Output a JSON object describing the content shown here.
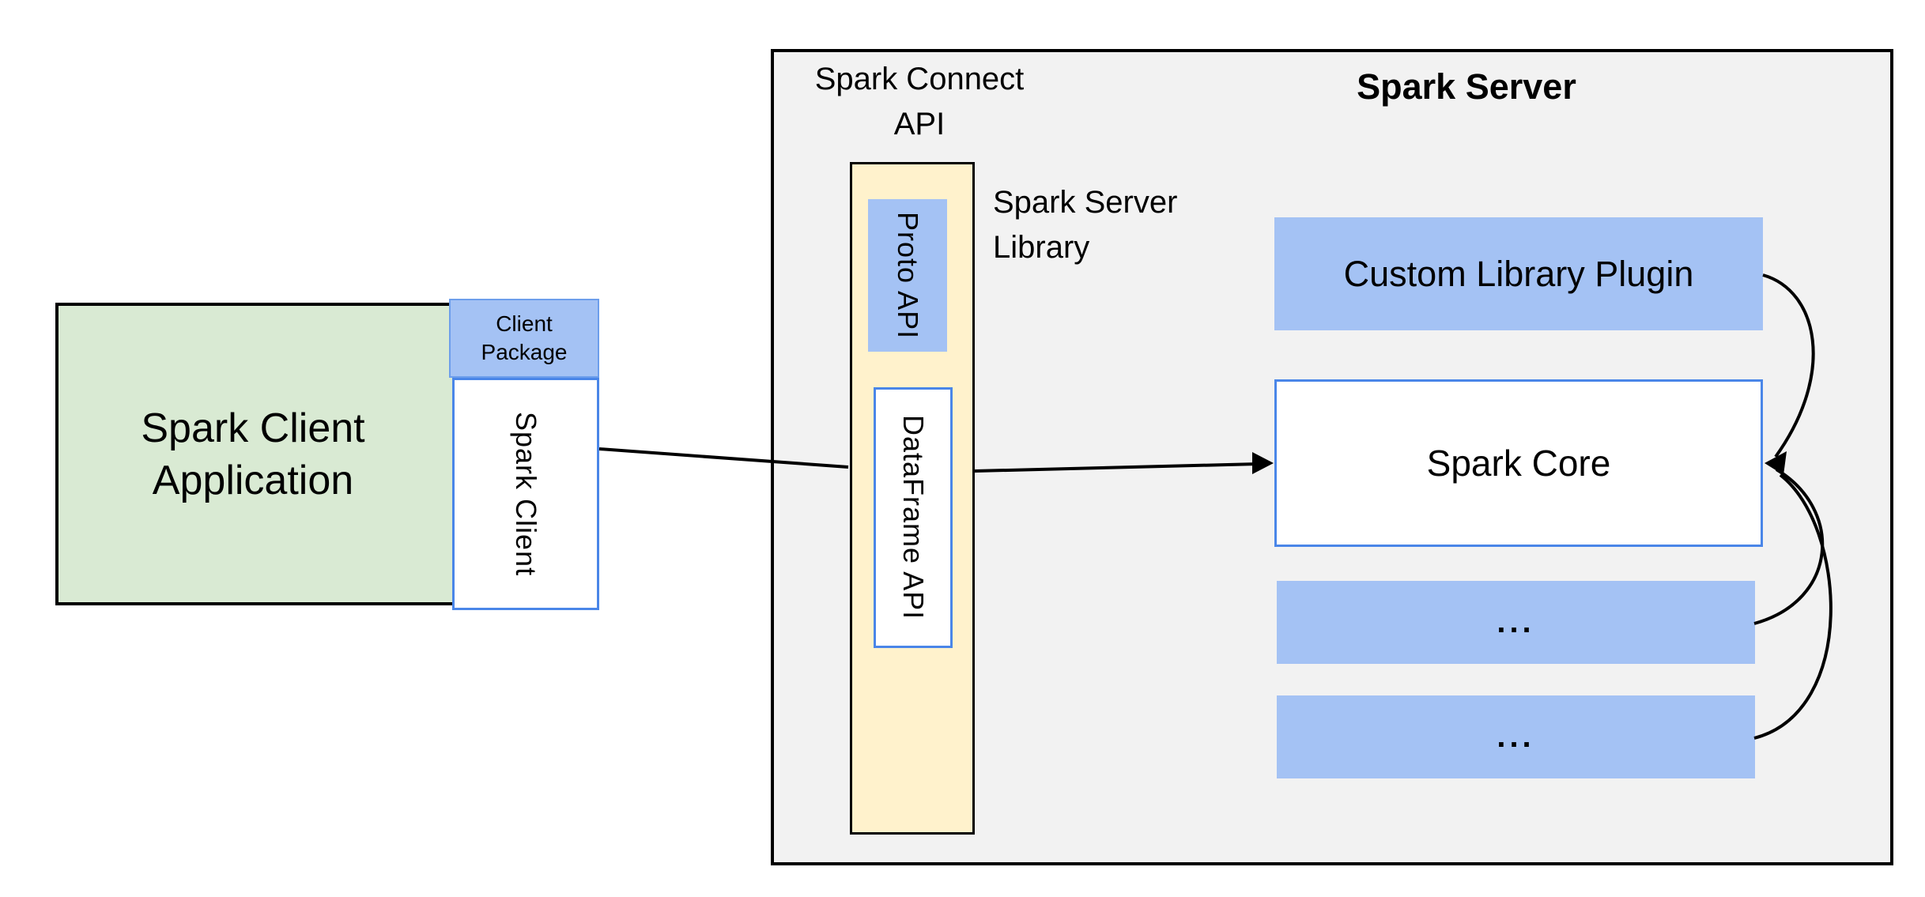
{
  "colors": {
    "grey_fill": "#f2f2f2",
    "green_fill": "#d9ead3",
    "blue_fill": "#a4c2f4",
    "cream_fill": "#fff2cc",
    "blue_border": "#4a86e8",
    "outline": "#000000"
  },
  "client": {
    "app_line1": "Spark Client",
    "app_line2": "Application",
    "package_line1": "Client",
    "package_line2": "Package",
    "client_box_label": "Spark Client"
  },
  "connect": {
    "api_label_line1": "Spark Connect",
    "api_label_line2": "API",
    "proto_api_label": "Proto API",
    "dataframe_api_label": "DataFrame API",
    "server_library_line1": "Spark Server",
    "server_library_line2": "Library"
  },
  "server": {
    "title": "Spark Server",
    "custom_plugin_label": "Custom Library Plugin",
    "core_label": "Spark Core",
    "plugin_placeholder_1": "...",
    "plugin_placeholder_2": "..."
  }
}
